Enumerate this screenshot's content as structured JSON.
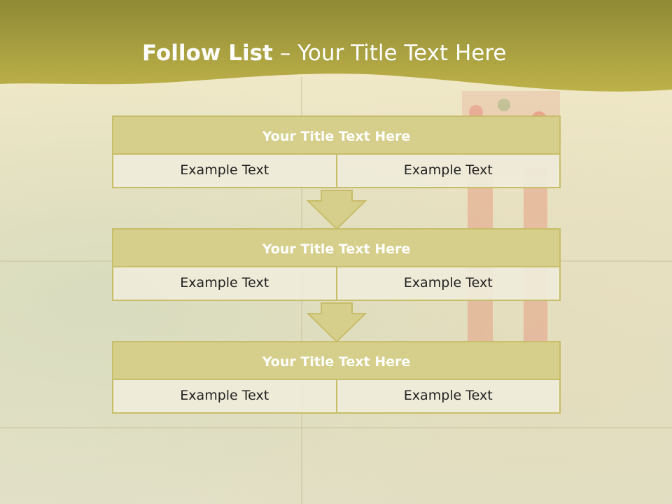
{
  "title": {
    "strong": "Follow List",
    "rest": " – Your Title Text Here"
  },
  "colors": {
    "band": "#a8a03a",
    "header_fill": "#d6cf8b",
    "border": "#c8bd6a",
    "cell_fill": "#efecda"
  },
  "blocks": [
    {
      "title": "Your Title Text Here",
      "left": "Example Text",
      "right": "Example Text"
    },
    {
      "title": "Your Title Text Here",
      "left": "Example Text",
      "right": "Example Text"
    },
    {
      "title": "Your Title Text Here",
      "left": "Example Text",
      "right": "Example Text"
    }
  ]
}
